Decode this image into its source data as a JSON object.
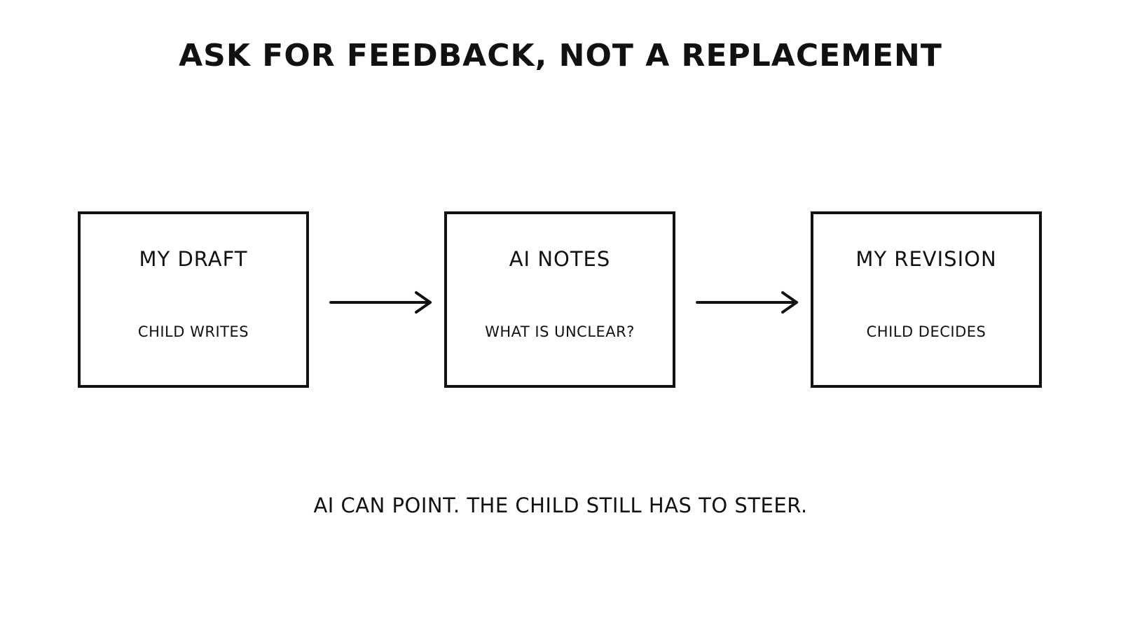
{
  "title": "ASK FOR FEEDBACK, NOT A REPLACEMENT",
  "steps": [
    {
      "title": "MY DRAFT",
      "subtitle": "CHILD WRITES"
    },
    {
      "title": "AI NOTES",
      "subtitle": "WHAT IS UNCLEAR?"
    },
    {
      "title": "MY REVISION",
      "subtitle": "CHILD DECIDES"
    }
  ],
  "footer": "AI CAN POINT. THE CHILD STILL HAS TO STEER.",
  "colors": {
    "ink": "#111111",
    "background": "#ffffff"
  },
  "connectors": [
    "arrow-right-icon",
    "arrow-right-icon"
  ]
}
